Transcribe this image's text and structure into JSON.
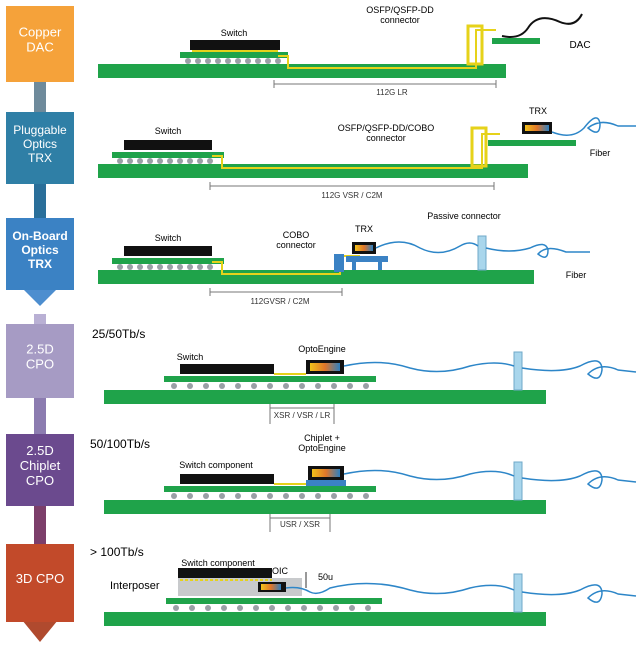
{
  "colors": {
    "copper": "#f5a23a",
    "pluggable": "#2f7fa6",
    "onboard": "#3b82c4",
    "cpo25d": "#a69bc4",
    "chiplet": "#6b4a8e",
    "cpo3d": "#c24a2a",
    "pcb": "#1fa34a",
    "trace": "#e6d21a",
    "fiber": "#2d86c8"
  },
  "stages": [
    {
      "label": "Copper\nDAC"
    },
    {
      "label": "Pluggable\nOptics\nTRX"
    },
    {
      "label": "On-Board\nOptics\nTRX"
    },
    {
      "label": "2.5D\nCPO"
    },
    {
      "label": "2.5D\nChiplet\nCPO"
    },
    {
      "label": "3D CPO"
    }
  ],
  "rows": {
    "r1": {
      "switch": "Switch",
      "connector": "OSFP/QSFP-DD\nconnector",
      "dac": "DAC",
      "span": "112G LR"
    },
    "r2": {
      "switch": "Switch",
      "connector": "OSFP/QSFP-DD/COBO\nconnector",
      "trx": "TRX",
      "fiber": "Fiber",
      "span": "112G VSR / C2M"
    },
    "r3": {
      "switch": "Switch",
      "connector": "COBO\nconnector",
      "trx": "TRX",
      "passive": "Passive connector",
      "fiber": "Fiber",
      "span": "112GVSR / C2M"
    },
    "r4": {
      "bandwidth": "25/50Tb/s",
      "switch": "Switch",
      "engine": "OptoEngine",
      "span": "XSR / VSR / LR"
    },
    "r5": {
      "bandwidth": "50/100Tb/s",
      "switch": "Switch component",
      "engine": "Chiplet +\nOptoEngine",
      "span": "USR / XSR"
    },
    "r6": {
      "bandwidth": "> 100Tb/s",
      "switch": "Switch component",
      "interposer": "Interposer",
      "oic": "OIC",
      "gap": "50u"
    }
  }
}
